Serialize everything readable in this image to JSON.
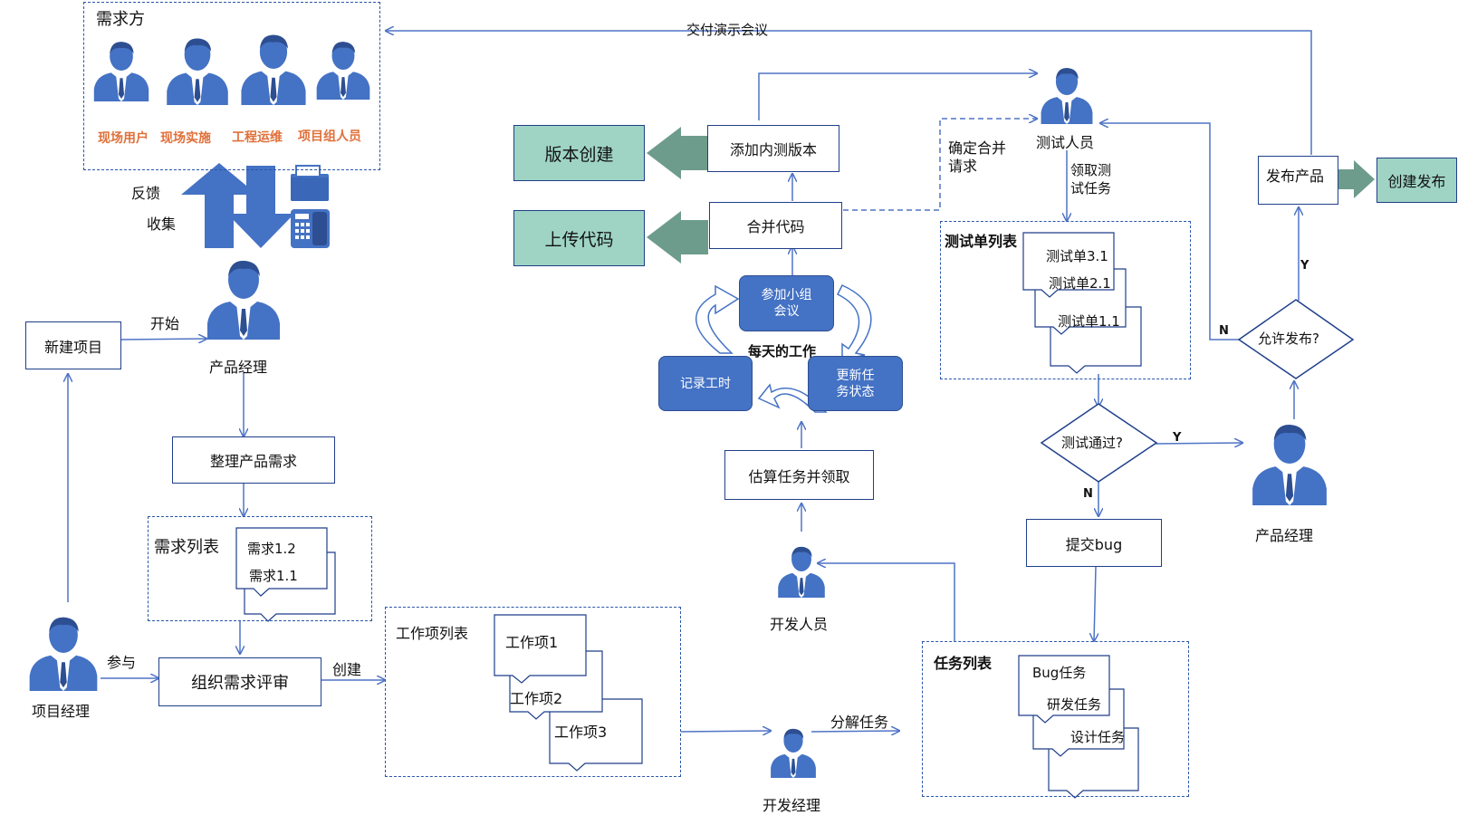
{
  "stakeholders": {
    "title": "需求方",
    "roles": [
      "现场用户",
      "现场实施",
      "工程运维",
      "项目组人员"
    ]
  },
  "feedback_labels": {
    "feedback": "反馈",
    "collect": "收集"
  },
  "demo_meeting": "交付演示会议",
  "start_label": "开始",
  "participate_label": "参与",
  "create_label": "创建",
  "roles": {
    "product_manager": "产品经理",
    "project_manager": "项目经理",
    "dev_manager": "开发经理",
    "developer": "开发人员",
    "tester": "测试人员",
    "product_manager_2": "产品经理"
  },
  "boxes": {
    "new_project": "新建项目",
    "organize_requirements": "整理产品需求",
    "review": "组织需求评审",
    "estimate": "估算任务并领取",
    "merge_code": "合并代码",
    "add_internal_version": "添加内测版本",
    "version_create": "版本创建",
    "upload_code": "上传代码",
    "confirm_merge": "确定合并\n请求",
    "get_test_task": "领取测\n试任务",
    "submit_bug": "提交bug",
    "release_product": "发布产品",
    "create_release": "创建发布",
    "split_task": "分解任务"
  },
  "requirements_list": {
    "title": "需求列表",
    "items": [
      "需求1.2",
      "需求1.1"
    ]
  },
  "work_items_list": {
    "title": "工作项列表",
    "items": [
      "工作项1",
      "工作项2",
      "工作项3"
    ]
  },
  "task_list": {
    "title": "任务列表",
    "items": [
      "Bug任务",
      "研发任务",
      "设计任务"
    ]
  },
  "test_list": {
    "title": "测试单列表",
    "items": [
      "测试单3.1",
      "测试单2.1",
      "测试单1.1"
    ]
  },
  "daily": {
    "title": "每天的工作",
    "join_meeting": "参加小组\n会议",
    "log_hours": "记录工时",
    "update_status": "更新任\n务状态"
  },
  "decisions": {
    "test_pass": "测试通过?",
    "allow_release": "允许发布?",
    "yes": "Y",
    "no": "N"
  },
  "colors": {
    "person": "#4472c4",
    "arrow": "#4f74c6",
    "green_box": "#9fd4c4",
    "green_arrow": "#6e9c8c",
    "border": "#1f3f8a",
    "orange_text": "#e0703a"
  }
}
